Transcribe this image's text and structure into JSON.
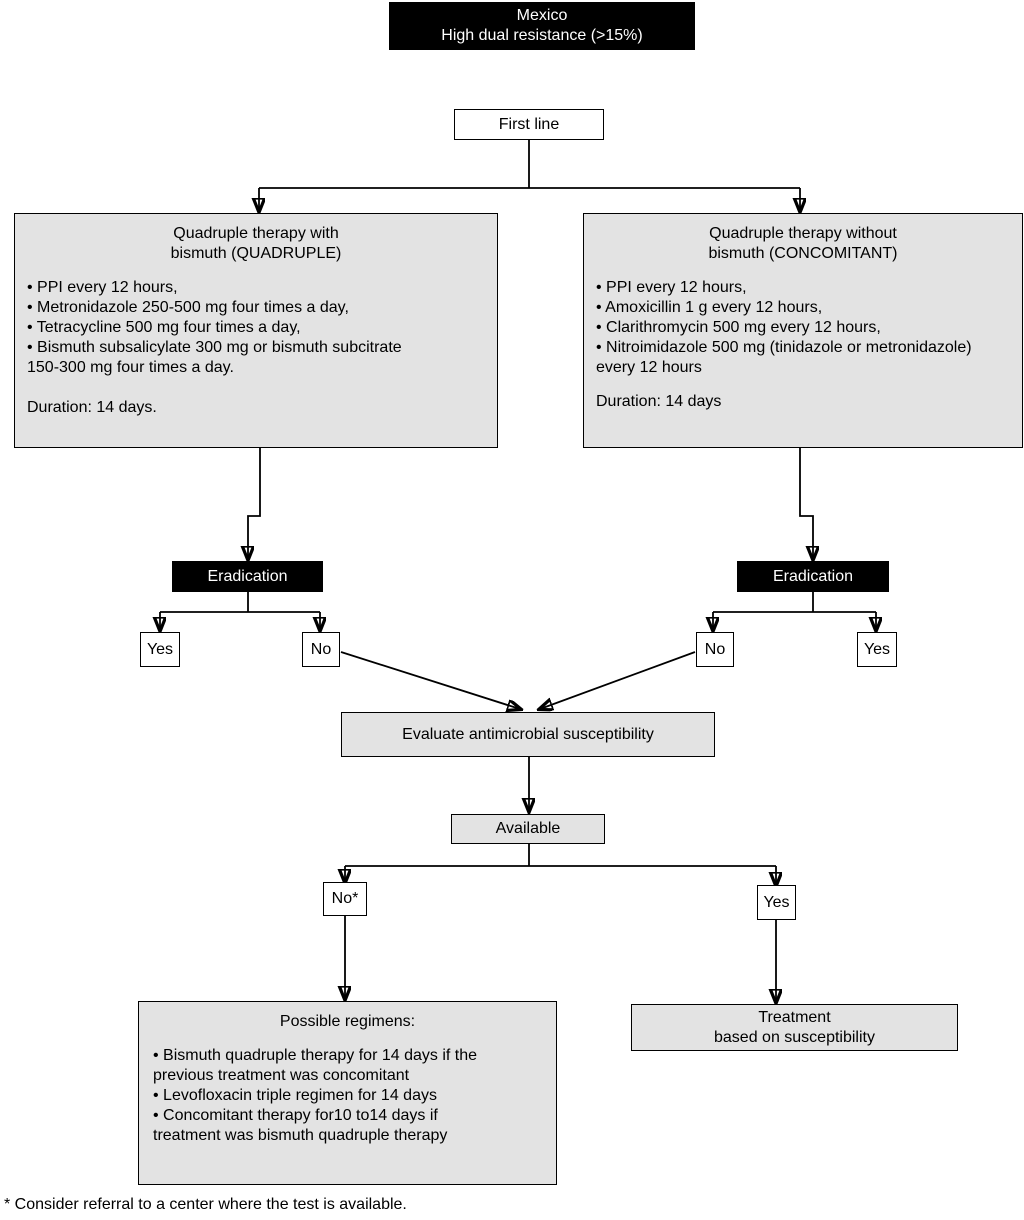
{
  "title_box": {
    "line1": "Mexico",
    "line2": "High dual resistance (>15%)"
  },
  "first_line_box": {
    "label": "First line"
  },
  "therapy_left": {
    "title": "Quadruple therapy with\nbismuth (QUADRUPLE)",
    "items": "• PPI every 12 hours,\n• Metronidazole 250-500 mg four times a day,\n• Tetracycline 500 mg four times a day,\n• Bismuth subsalicylate 300 mg or bismuth subcitrate\n150-300 mg four times a day.",
    "duration": "Duration: 14 days."
  },
  "therapy_right": {
    "title": "Quadruple therapy without\nbismuth  (CONCOMITANT)",
    "items": "• PPI every 12 hours,\n• Amoxicillin 1 g every 12 hours,\n• Clarithromycin 500 mg every 12 hours,\n• Nitroimidazole 500 mg (tinidazole or metronidazole)\nevery 12 hours",
    "duration": " Duration: 14 days"
  },
  "eradication_left": {
    "label": "Eradication"
  },
  "eradication_right": {
    "label": "Eradication"
  },
  "decision_left_yes": {
    "label": "Yes"
  },
  "decision_left_no": {
    "label": "No"
  },
  "decision_right_no": {
    "label": "No"
  },
  "decision_right_yes": {
    "label": "Yes"
  },
  "evaluate_box": {
    "label": "Evaluate antimicrobial susceptibility"
  },
  "available_box": {
    "label": "Available"
  },
  "available_no": {
    "label": "No*"
  },
  "available_yes": {
    "label": "Yes"
  },
  "possible_regimens": {
    "title": "Possible regimens:",
    "items": "• Bismuth quadruple therapy for 14 days if the\nprevious treatment was concomitant\n• Levofloxacin triple regimen for 14 days\n• Concomitant therapy for10 to14 days if\ntreatment was bismuth quadruple therapy"
  },
  "treatment_box": {
    "label": "Treatment\nbased on susceptibility"
  },
  "footnote": {
    "text": "* Consider referral to a center where the test is available."
  },
  "colors": {
    "box_fill_gray": "#e3e3e3",
    "box_fill_white": "#ffffff",
    "box_fill_black": "#000000",
    "stroke": "#000000",
    "text_on_black": "#ffffff"
  }
}
